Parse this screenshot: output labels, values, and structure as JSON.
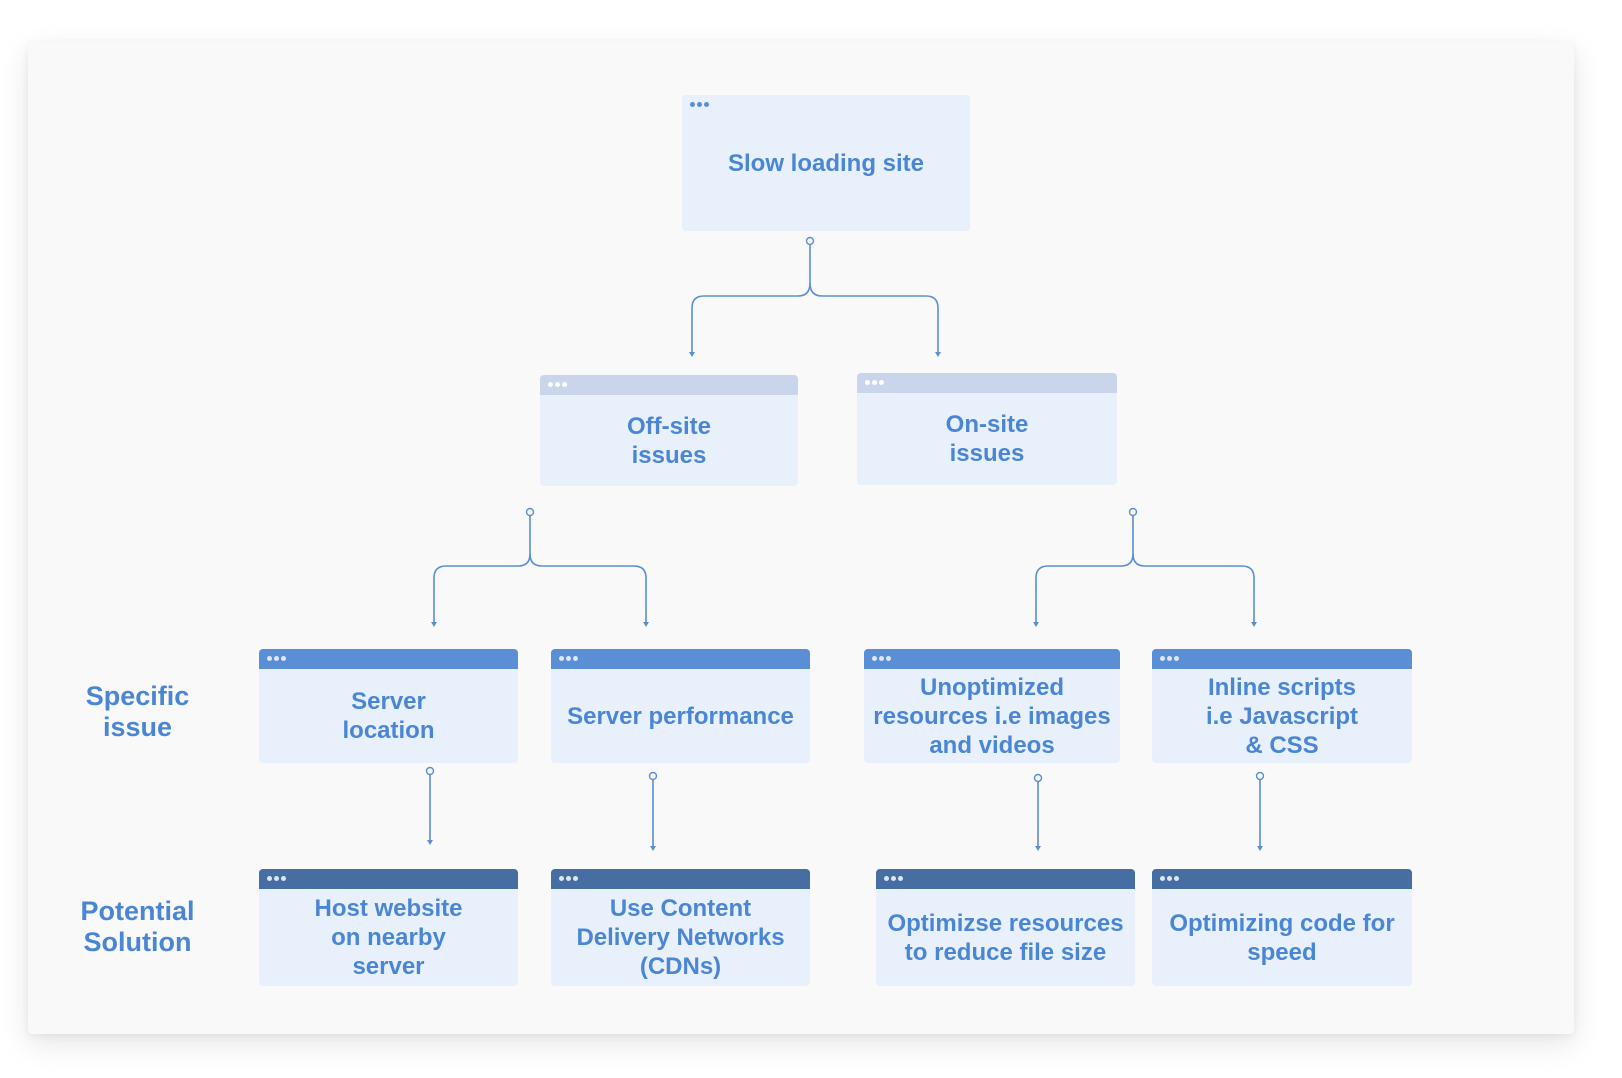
{
  "diagram": {
    "root": {
      "label": "Slow loading site"
    },
    "categories": [
      {
        "label": "Off-site\nissues"
      },
      {
        "label": "On-site\nissues"
      }
    ],
    "issues": [
      {
        "label": "Server\nlocation"
      },
      {
        "label": "Server performance"
      },
      {
        "label": "Unoptimized\nresources i.e images\nand videos"
      },
      {
        "label": "Inline scripts\ni.e Javascript\n& CSS"
      }
    ],
    "solutions": [
      {
        "label": "Host website\non nearby\nserver"
      },
      {
        "label": "Use Content\nDelivery Networks\n(CDNs)"
      },
      {
        "label": "Optimizse resources\nto reduce file size"
      },
      {
        "label": "Optimizing code for\nspeed"
      }
    ]
  },
  "row_labels": {
    "issue": "Specific\nissue",
    "solution": "Potential\nSolution"
  },
  "colors": {
    "accent": "#4a86d3",
    "box_fill": "#e7f0fb",
    "category_bar": "#c9d5ea",
    "issue_bar": "#5a8fd6",
    "solution_bar": "#466ea2",
    "connector": "#5b8fd0"
  }
}
